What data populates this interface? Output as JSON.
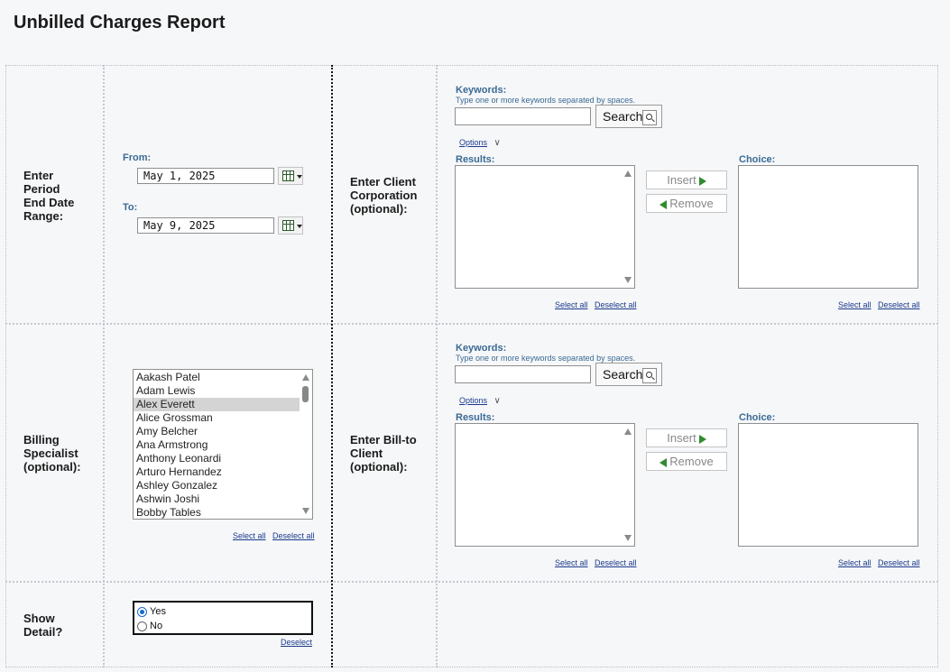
{
  "page": {
    "title": "Unbilled Charges Report"
  },
  "date_range": {
    "label": "Enter Period End Date Range:",
    "label_lines": [
      "Enter",
      "Period",
      "End Date",
      "Range:"
    ],
    "from_label": "From:",
    "from_value": "May 1, 2025",
    "to_label": "To:",
    "to_value": "May 9, 2025"
  },
  "client_corp": {
    "label_lines": [
      "Enter Client",
      "Corporation",
      "(optional):"
    ],
    "keywords_label": "Keywords:",
    "keywords_hint": "Type one or more keywords separated by spaces.",
    "keywords_value": "",
    "search_label": "Search",
    "options_label": "Options",
    "results_label": "Results:",
    "choice_label": "Choice:",
    "insert_label": "Insert",
    "remove_label": "Remove",
    "select_all": "Select all",
    "deselect_all": "Deselect all"
  },
  "billing_specialist": {
    "label_lines": [
      "Billing",
      "Specialist",
      "(optional):"
    ],
    "items": [
      "Aakash Patel",
      "Adam Lewis",
      "Alex Everett",
      "Alice Grossman",
      "Amy Belcher",
      "Ana Armstrong",
      "Anthony Leonardi",
      "Arturo Hernandez",
      "Ashley Gonzalez",
      "Ashwin Joshi",
      "Bobby Tables"
    ],
    "selected": "Alex Everett",
    "select_all": "Select all",
    "deselect_all": "Deselect all"
  },
  "bill_to": {
    "label_lines": [
      "Enter Bill-to",
      "Client",
      "(optional):"
    ],
    "keywords_label": "Keywords:",
    "keywords_hint": "Type one or more keywords separated by spaces.",
    "keywords_value": "",
    "search_label": "Search",
    "options_label": "Options",
    "results_label": "Results:",
    "choice_label": "Choice:",
    "insert_label": "Insert",
    "remove_label": "Remove",
    "select_all": "Select all",
    "deselect_all": "Deselect all"
  },
  "show_detail": {
    "label_lines": [
      "Show",
      "Detail?"
    ],
    "options": [
      "Yes",
      "No"
    ],
    "selected": "Yes",
    "deselect_label": "Deselect"
  },
  "colors": {
    "label_blue": "#3a6a93",
    "link": "#1a3a8a",
    "arrow_green": "#2e8b2e"
  }
}
